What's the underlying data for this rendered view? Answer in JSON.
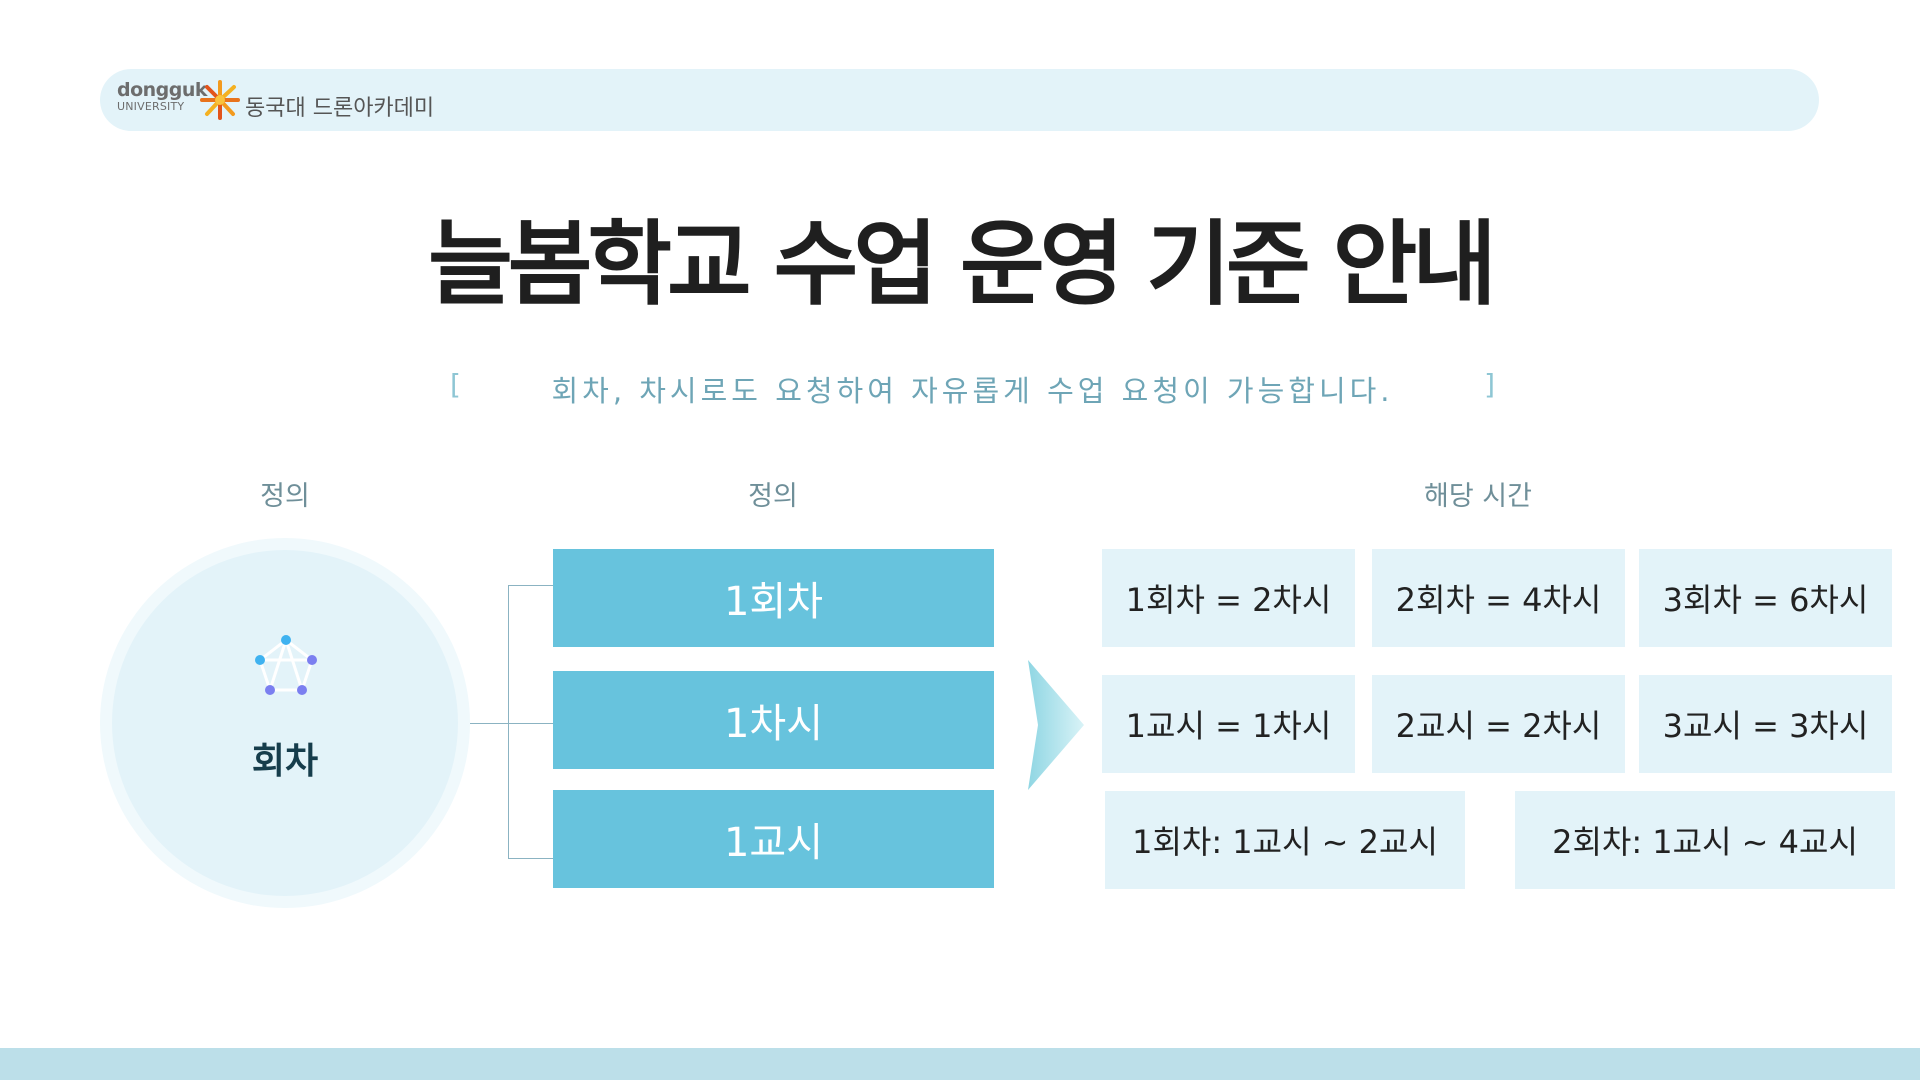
{
  "header": {
    "logo_en_line1": "dongguk",
    "logo_en_line2": "UNIVERSITY",
    "logo_kr": "동국대 드론아카데미"
  },
  "title": "늘봄학교 수업 운영 기준 안내",
  "subtitle": {
    "open_bracket": "[",
    "text": "회차, 차시로도 요청하여 자유롭게 수업 요청이 가능합니다.",
    "close_bracket": "]"
  },
  "columns": {
    "left_label": "정의",
    "middle_label": "정의",
    "right_label": "해당 시간"
  },
  "circle": {
    "icon": "network-pentagon-icon",
    "label": "회차"
  },
  "definitions": [
    "1회차",
    "1차시",
    "1교시"
  ],
  "times": {
    "row1": [
      "1회차 = 2차시",
      "2회차 = 4차시",
      "3회차 = 6차시"
    ],
    "row2": [
      "1교시 = 1차시",
      "2교시 = 2차시",
      "3교시 = 3차시"
    ],
    "row3": [
      "1회차: 1교시 ~ 2교시",
      "2회차: 1교시 ~ 4교시"
    ]
  },
  "colors": {
    "accent": "#67c3dd",
    "light_bg": "#e3f3f9",
    "title": "#1f1f1f",
    "logo_orange": "#f39a1e",
    "bottom_bar": "#bcdfe9"
  }
}
